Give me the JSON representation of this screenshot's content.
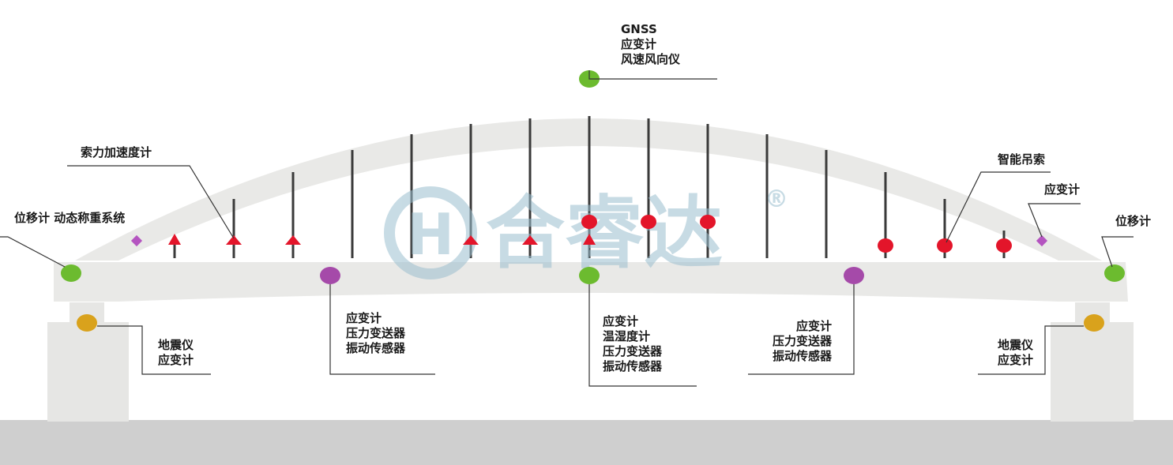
{
  "watermark": {
    "text": "合睿达",
    "registered_mark": "®",
    "color": "#9bbfcf"
  },
  "colors": {
    "bridge": "#e8e8e6",
    "pier": "#e6e6e4",
    "ground": "#cfcfcf",
    "hanger": "#3a3a3a",
    "sensor_green": "#6cbb2f",
    "sensor_purple": "#a54aa9",
    "sensor_gold": "#d9a21c",
    "sensor_red": "#e3152a",
    "leader": "#333333"
  },
  "labels": {
    "top": [
      "GNSS",
      "应变计",
      "风速风向仪"
    ],
    "cable_accel": [
      "索力加速度计"
    ],
    "left_end": [
      "位移计 动态称重系统"
    ],
    "smart_hanger": [
      "智能吊索"
    ],
    "right_strain": [
      "应变计"
    ],
    "right_end": [
      "位移计"
    ],
    "left_pier": [
      "地震仪",
      "应变计"
    ],
    "right_pier": [
      "地震仪",
      "应变计"
    ],
    "left_quarter": [
      "应变计",
      "压力变送器",
      "振动传感器"
    ],
    "mid_span": [
      "应变计",
      "温湿度计",
      "压力变送器",
      "振动传感器"
    ],
    "right_quarter": [
      "应变计",
      "压力变送器",
      "振动传感器"
    ]
  }
}
